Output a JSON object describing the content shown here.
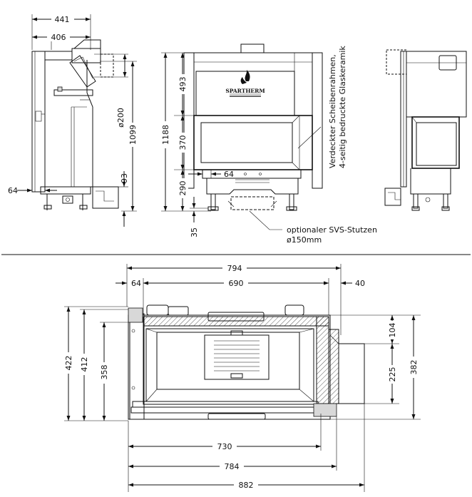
{
  "side_left": {
    "dims": [
      "441",
      "406",
      "ø200",
      "1099",
      "93",
      "64"
    ]
  },
  "front": {
    "dims": [
      "1188",
      "493",
      "370",
      "290",
      "64",
      "35"
    ],
    "brand": "SPARTHERM",
    "note_line1": "Verdeckter Scheibenrahmen,",
    "note_line2": "4-seitig bedruckte Glaskeramik",
    "svs_line1": "optionaler SVS-Stutzen",
    "svs_line2": "ø150mm"
  },
  "plan": {
    "dims_top": [
      "794",
      "64",
      "690",
      "40"
    ],
    "dims_left": [
      "422",
      "412",
      "358"
    ],
    "dims_right": [
      "104",
      "225",
      "382"
    ],
    "dims_bottom": [
      "730",
      "784",
      "882"
    ]
  }
}
